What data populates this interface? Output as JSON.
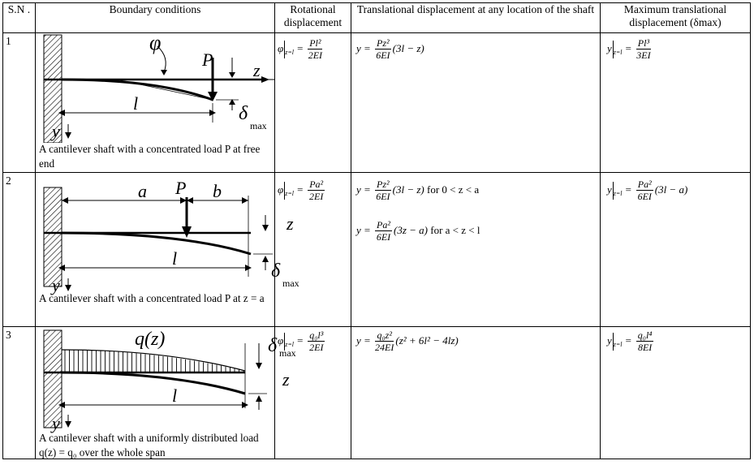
{
  "headers": {
    "sn": "S.N .",
    "bc": "Boundary conditions",
    "rot": "Rotational displacement",
    "trans": "Translational displacement at any location of the shaft",
    "max": "Maximum translational displacement (δmax)"
  },
  "rows": [
    {
      "sn": "1",
      "caption": "A cantilever shaft with a concentrated load P at free end",
      "labels": {
        "phi": "φ",
        "P": "P",
        "z": "z",
        "l": "l",
        "delta": "δ",
        "max": "max",
        "y": "y"
      },
      "rot": {
        "lhs": "φ",
        "sub": "z=l",
        "num": "Pl²",
        "den": "2EI"
      },
      "trans": [
        {
          "lhs": "y =",
          "num": "Pz²",
          "den": "6EI",
          "rest": "(3l − z)",
          "cond": ""
        }
      ],
      "maxd": {
        "lhs": "y",
        "sub": "z=l",
        "num": "Pl³",
        "den": "3EI",
        "rest": ""
      }
    },
    {
      "sn": "2",
      "caption": "A cantilever shaft with a concentrated load P at z = a",
      "labels": {
        "a": "a",
        "P": "P",
        "b": "b",
        "z": "z",
        "l": "l",
        "delta": "δ",
        "max": "max",
        "y": "y"
      },
      "rot": {
        "lhs": "φ",
        "sub": "z=l",
        "num": "Pa²",
        "den": "2EI"
      },
      "trans": [
        {
          "lhs": "y =",
          "num": "Pz²",
          "den": "6EI",
          "rest": "(3l − z)",
          "cond": "for  0 < z < a"
        },
        {
          "lhs": "y =",
          "num": "Pa²",
          "den": "6EI",
          "rest": "(3z − a)",
          "cond": "for  a < z < l"
        }
      ],
      "maxd": {
        "lhs": "y",
        "sub": "z=l",
        "num": "Pa²",
        "den": "6EI",
        "rest": "(3l − a)"
      }
    },
    {
      "sn": "3",
      "caption": "A cantilever shaft with a uniformly distributed load q(z) = q₀ over the whole span",
      "labels": {
        "q": "q(z)",
        "z": "z",
        "l": "l",
        "delta": "δ",
        "max": "max",
        "y": "y"
      },
      "rot": {
        "lhs": "φ",
        "sub": "z=l",
        "num": "q₀l³",
        "den": "2EI"
      },
      "trans": [
        {
          "lhs": "y =",
          "num": "q₀z²",
          "den": "24EI",
          "rest": "(z² + 6l² − 4lz)",
          "cond": ""
        }
      ],
      "maxd": {
        "lhs": "y",
        "sub": "z=l",
        "num": "q₀l⁴",
        "den": "8EI",
        "rest": ""
      }
    }
  ]
}
